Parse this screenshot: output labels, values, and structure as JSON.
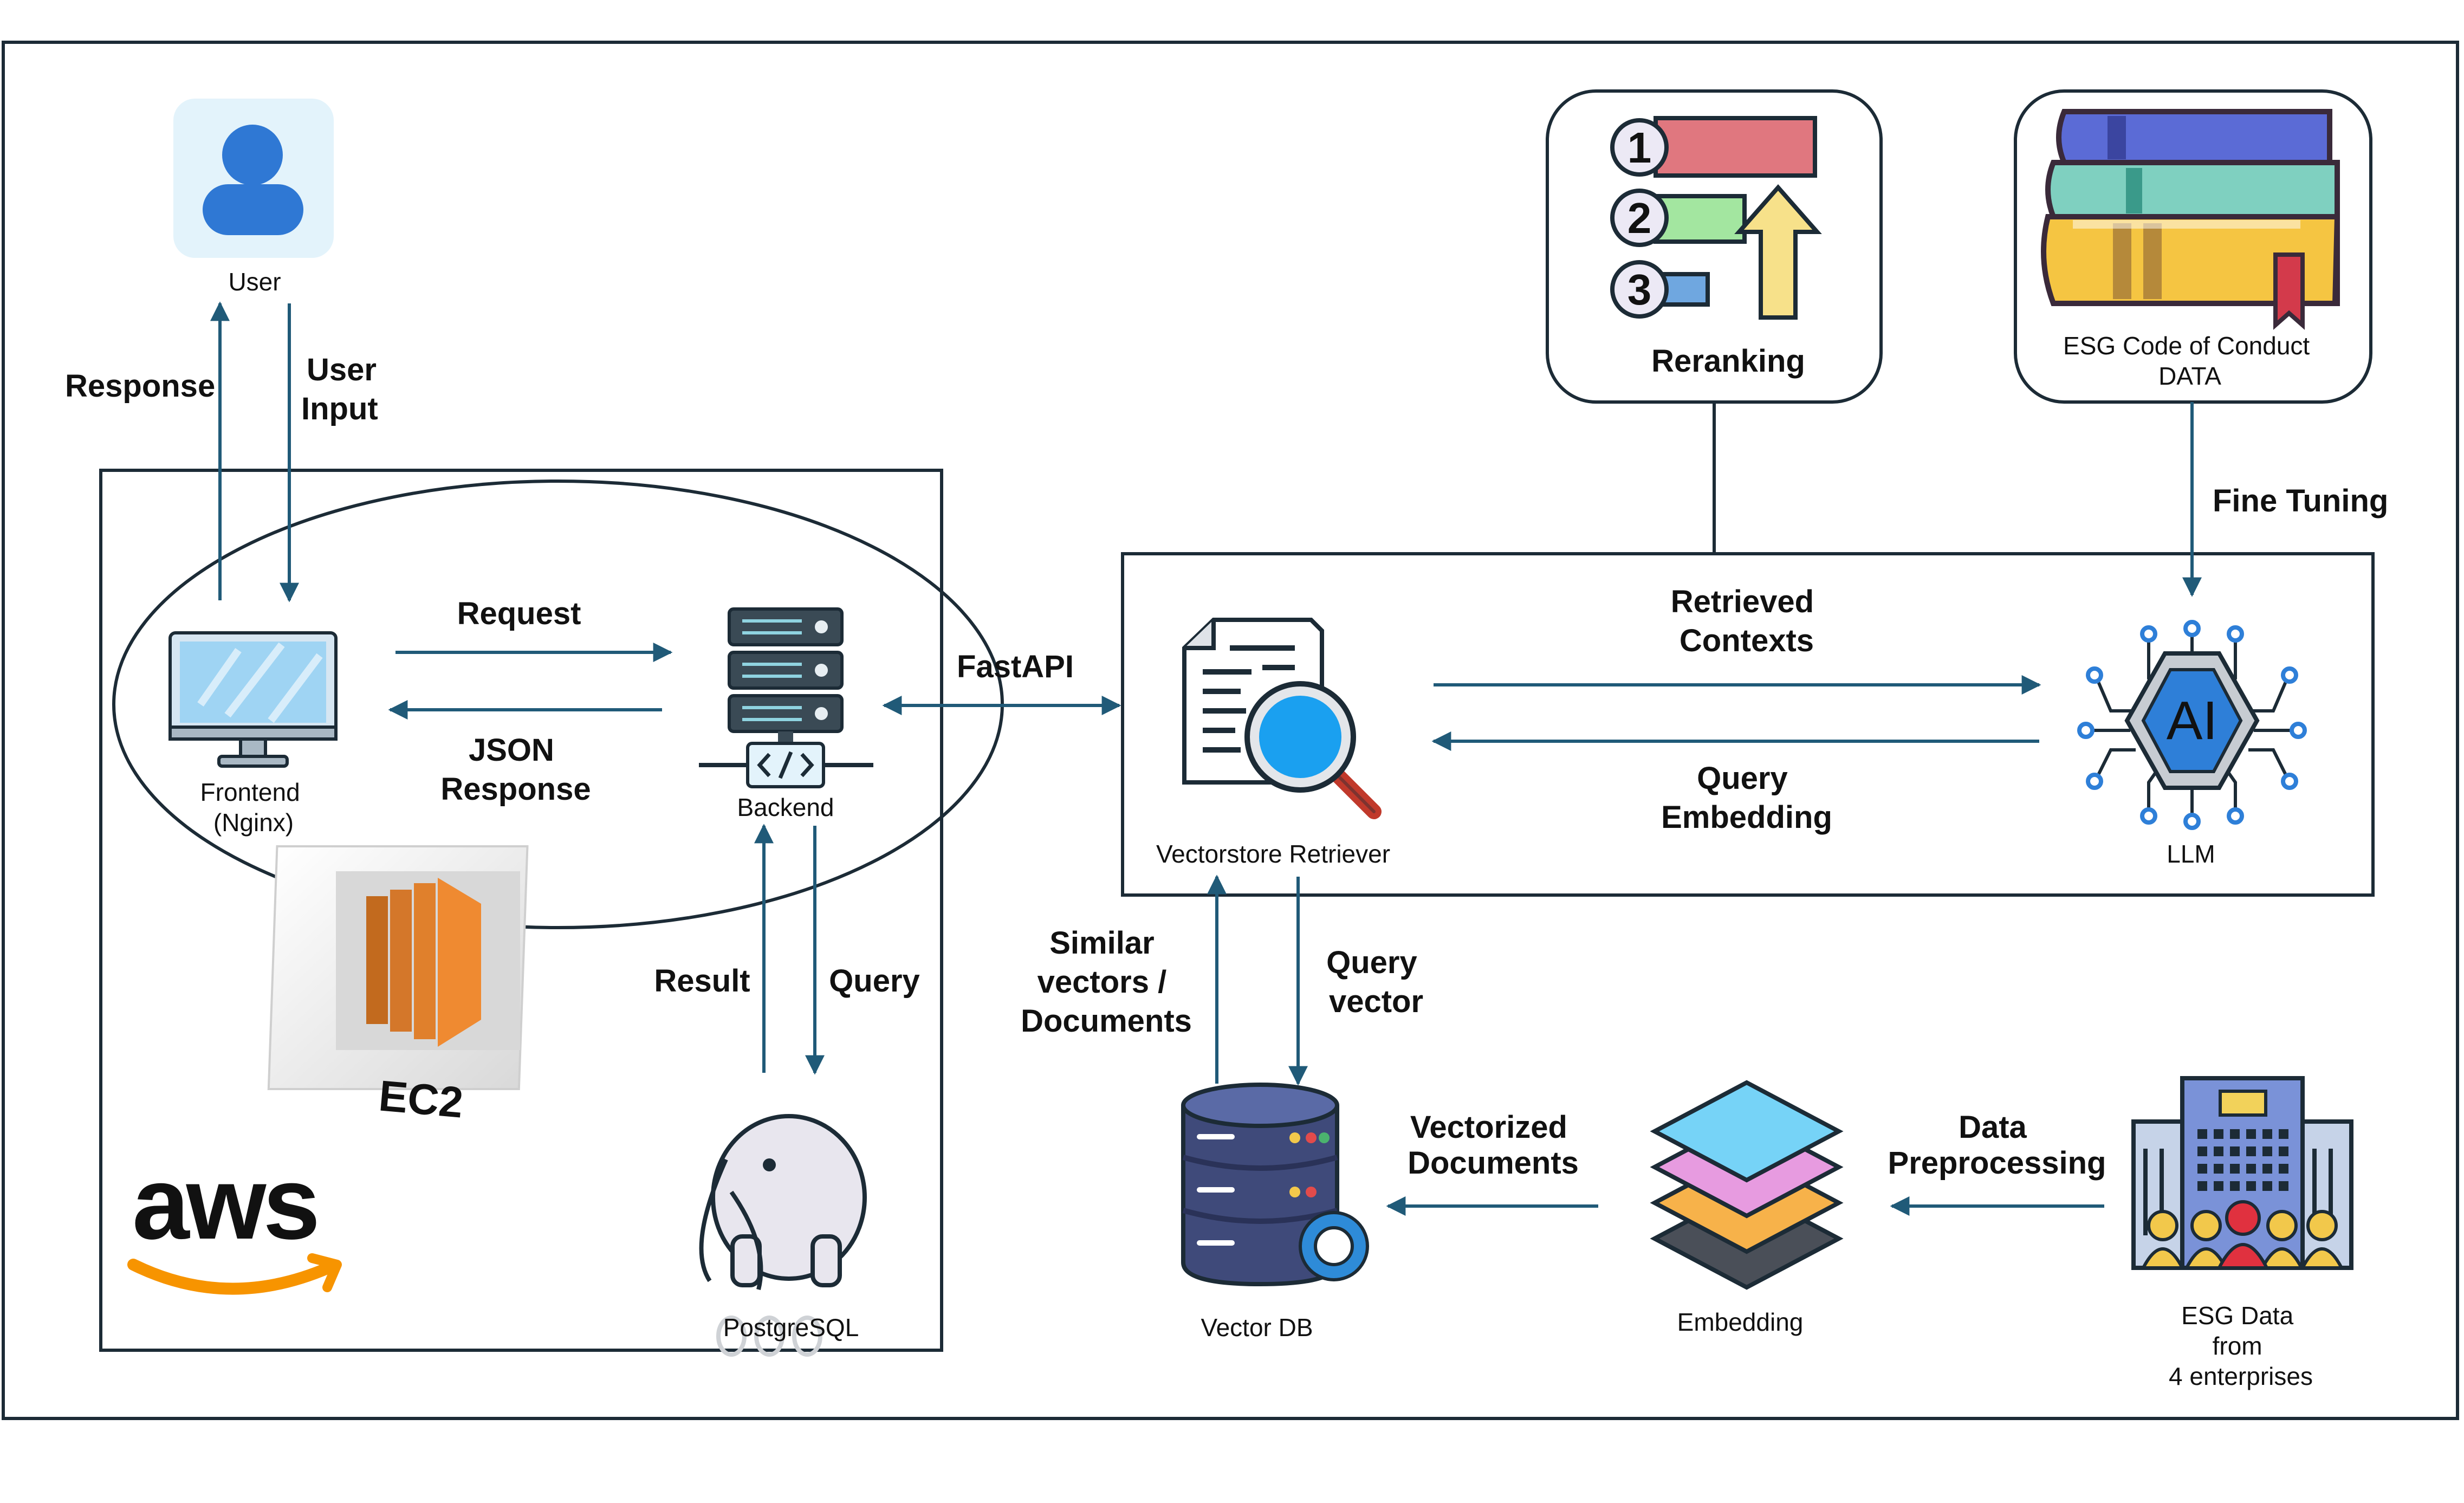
{
  "nodes": {
    "user": "User",
    "frontend": [
      "Frontend",
      "(Nginx)"
    ],
    "backend": "Backend",
    "postgres": "PostgreSQL",
    "ec2": "EC2",
    "aws": "aws",
    "retriever": "Vectorstore Retriever",
    "llm": "LLM",
    "ai_chip": "AI",
    "reranking": "Reranking",
    "esg_code": [
      "ESG Code of Conduct",
      "DATA"
    ],
    "vector_db": "Vector DB",
    "embedding": "Embedding",
    "esg_data": [
      "ESG Data",
      "from",
      "4 enterprises"
    ]
  },
  "edges": {
    "response": "Response",
    "user_input": [
      "User",
      "Input"
    ],
    "request": "Request",
    "json_response": [
      "JSON",
      "Response"
    ],
    "fastapi": "FastAPI",
    "result": "Result",
    "query": "Query",
    "retrieved_contexts": [
      "Retrieved",
      "Contexts"
    ],
    "query_embedding": [
      "Query",
      "Embedding"
    ],
    "fine_tuning": "Fine Tuning",
    "similar_vectors": [
      "Similar",
      "vectors /",
      "Documents"
    ],
    "query_vector": [
      "Query",
      "vector"
    ],
    "vectorized_documents": [
      "Vectorized",
      "Documents"
    ],
    "data_preprocessing": [
      "Data",
      "Preprocessing"
    ]
  },
  "colors": {
    "arrow": "#205a78",
    "frame": "#1c2b36",
    "aws_orange": "#f79400",
    "ec2_orange": "#e98a2f",
    "ai_blue": "#2e7fd8",
    "db_navy": "#3f4a7a"
  }
}
